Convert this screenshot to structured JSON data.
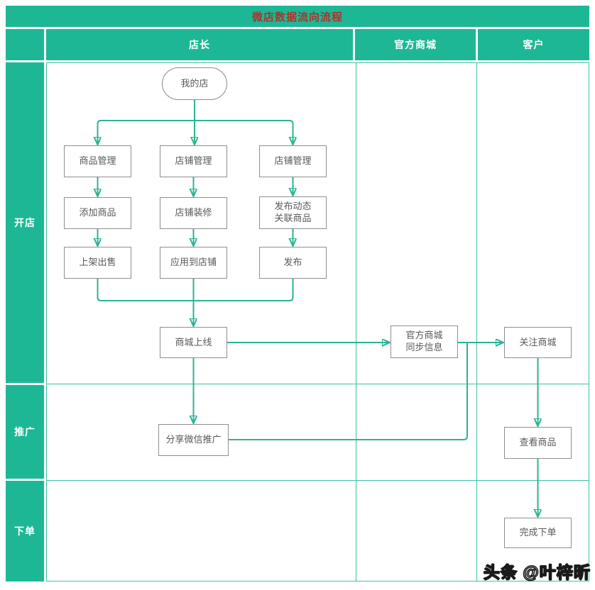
{
  "title": "微店数据流向流程",
  "colors": {
    "accent": "#1eb795",
    "grid": "#3fc2a4",
    "arrow": "#2ab493",
    "boxborder": "#8f8f8f",
    "boxtext": "#595959",
    "titlered": "#ab342c"
  },
  "columns": [
    {
      "label": "店长"
    },
    {
      "label": "官方商城"
    },
    {
      "label": "客户"
    }
  ],
  "rows": [
    {
      "label": "开店"
    },
    {
      "label": "推广"
    },
    {
      "label": "下单"
    }
  ],
  "nodes": {
    "my_shop": {
      "label": "我的店"
    },
    "product_mgmt": {
      "label": "商品管理"
    },
    "shop_mgmt_1": {
      "label": "店铺管理"
    },
    "shop_mgmt_2": {
      "label": "店铺管理"
    },
    "add_product": {
      "label": "添加商品"
    },
    "shop_decorate": {
      "label": "店铺装修"
    },
    "publish_dynamic": {
      "label": "发布动态\n关联商品"
    },
    "list_for_sale": {
      "label": "上架出售"
    },
    "apply_to_shop": {
      "label": "应用到店铺"
    },
    "publish": {
      "label": "发布"
    },
    "mall_online": {
      "label": "商城上线"
    },
    "mall_sync": {
      "label": "官方商城\n同步信息"
    },
    "follow_mall": {
      "label": "关注商城"
    },
    "share_wechat": {
      "label": "分享微信推广"
    },
    "view_products": {
      "label": "查看商品"
    },
    "complete_order": {
      "label": "完成下单"
    }
  },
  "watermark": "头条 @叶梓昕"
}
